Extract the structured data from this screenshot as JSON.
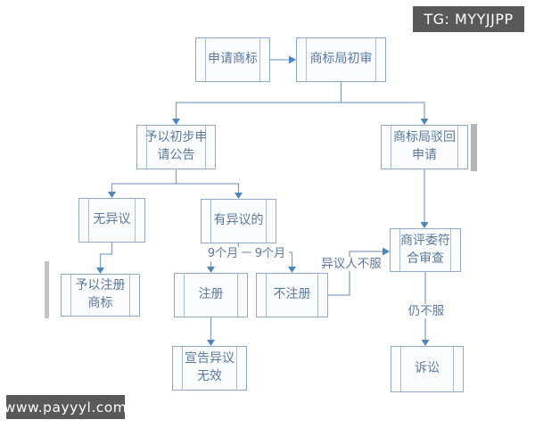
{
  "watermarks": {
    "telegram": "TG: MYYJJPP",
    "website": "www.payyyl.com"
  },
  "flowchart": {
    "nodes": {
      "apply": "申请商标",
      "initial_review": "商标局初审",
      "preliminary_announcement": "予以初步申\n请公告",
      "rejection": "商标局驳回\n申请",
      "no_objection": "无异议",
      "with_objection": "有异议的",
      "grant_registration": "予以注册\n商标",
      "register": "注册",
      "not_register": "不注册",
      "review_board": "商评委符\n合审查",
      "declare_invalid": "宣告异议\n无效",
      "litigation": "诉讼"
    },
    "edge_labels": {
      "nine_months_left": "9个月",
      "nine_months_right": "9个月",
      "objector_dissatisfied": "异议人不服",
      "still_dissatisfied": "仍不服"
    }
  },
  "colors": {
    "border": "#92aac9",
    "fill": "#fbfcfe",
    "text": "#5a78a2",
    "line": "#84a2c4",
    "arrow": "#4b86c2",
    "label": "#5a78a2",
    "banner_bg": "#595959",
    "banner_text": "#ffffff",
    "artifact": "#b5b5b5"
  }
}
